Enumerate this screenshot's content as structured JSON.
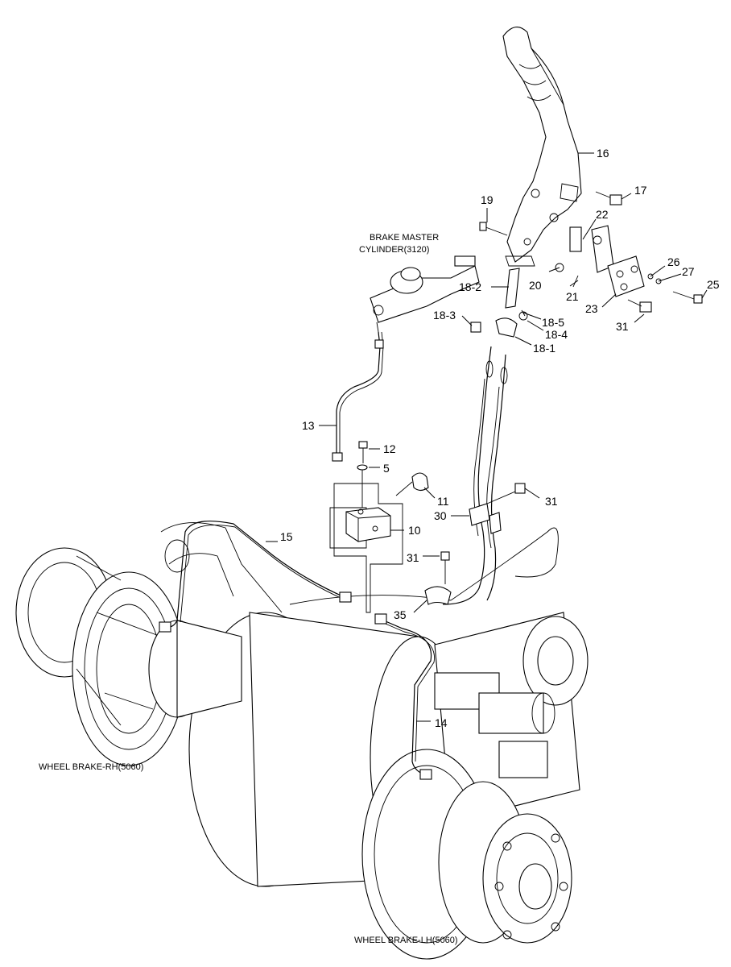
{
  "labels": {
    "brake_master_line1": "BRAKE MASTER",
    "brake_master_line2": "CYLINDER(3120)",
    "wheel_brake_rh": "WHEEL BRAKE-RH(5060)",
    "wheel_brake_lh": "WHEEL BRAKE-LH(5060)"
  },
  "parts": {
    "p16": "16",
    "p17": "17",
    "p19": "19",
    "p22": "22",
    "p20": "20",
    "p21": "21",
    "p18_2": "18-2",
    "p26": "26",
    "p27": "27",
    "p25": "25",
    "p23": "23",
    "p18_3": "18-3",
    "p18_4": "18-4",
    "p18_5": "18-5",
    "p18_1": "18-1",
    "p31_a": "31",
    "p13": "13",
    "p12": "12",
    "p5": "5",
    "p11": "11",
    "p31_b": "31",
    "p30": "30",
    "p10": "10",
    "p15": "15",
    "p31_c": "31",
    "p35": "35",
    "p14": "14"
  }
}
